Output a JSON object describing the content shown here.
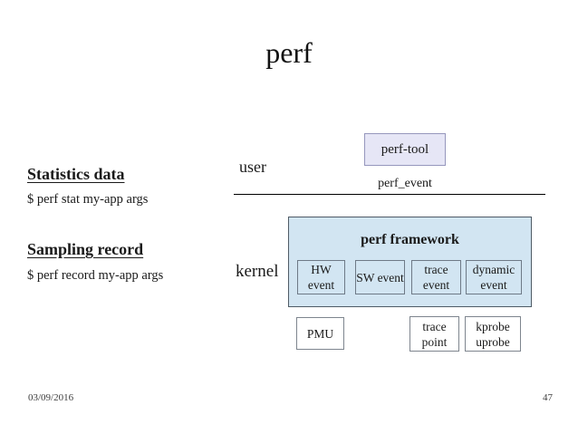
{
  "slide": {
    "title": "perf",
    "footer": {
      "date": "03/09/2016",
      "page": "47"
    }
  },
  "left_panel": {
    "sections": [
      {
        "heading": "Statistics data",
        "command": "$ perf stat my-app args"
      },
      {
        "heading": "Sampling record",
        "command": "$ perf record my-app args"
      }
    ]
  },
  "diagram": {
    "user_label": "user",
    "kernel_label": "kernel",
    "perf_tool": "perf-tool",
    "perf_event": "perf_event",
    "framework": {
      "title": "perf framework",
      "events": [
        "HW event",
        "SW event",
        "trace event",
        "dynamic event"
      ]
    },
    "sources": [
      "PMU",
      "trace point",
      "kprobe uprobe"
    ]
  },
  "colors": {
    "background": "#ffffff",
    "text": "#1a1a1a",
    "footer_text": "#3c3c3c",
    "perf_tool_fill": "#e6e6f6",
    "perf_tool_border": "#9697bd",
    "framework_fill": "#d2e5f2",
    "framework_border": "#4f5b66",
    "event_box_border": "#6e7a87",
    "source_box_border": "#7e858e",
    "boundary_line": "#000000"
  }
}
